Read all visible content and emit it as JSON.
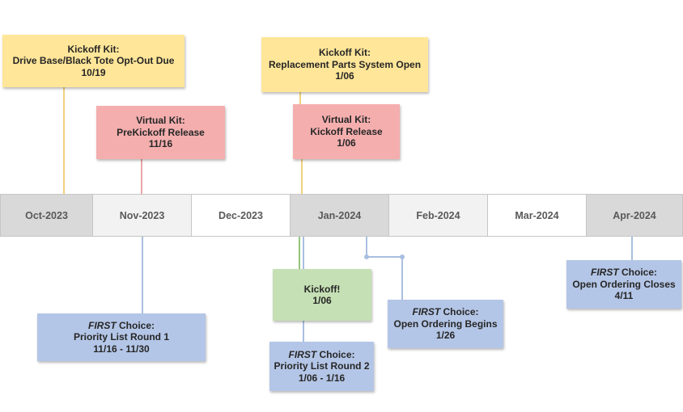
{
  "months": [
    "Oct-2023",
    "Nov-2023",
    "Dec-2023",
    "Jan-2024",
    "Feb-2024",
    "Mar-2024",
    "Apr-2024"
  ],
  "events": {
    "kickoff_kit_optout": {
      "line1": "Kickoff Kit:",
      "line2": "Drive Base/Black Tote Opt-Out Due",
      "line3": "10/19"
    },
    "virtual_kit_prekickoff": {
      "line1": "Virtual Kit:",
      "line2": "PreKickoff Release",
      "line3": "11/16"
    },
    "kickoff_kit_replacement": {
      "line1": "Kickoff Kit:",
      "line2": "Replacement Parts System Open",
      "line3": "1/06"
    },
    "virtual_kit_kickoff": {
      "line1": "Virtual Kit:",
      "line2": "Kickoff Release",
      "line3": "1/06"
    },
    "kickoff": {
      "line1": "Kickoff!",
      "line2": "1/06"
    },
    "first_choice_round1": {
      "brand": "FIRST",
      "suffix": " Choice:",
      "line2": "Priority List Round 1",
      "line3": "11/16 - 11/30"
    },
    "first_choice_round2": {
      "brand": "FIRST",
      "suffix": " Choice:",
      "line2": "Priority List Round 2",
      "line3": "1/06 - 1/16"
    },
    "first_choice_open_ordering": {
      "brand": "FIRST",
      "suffix": " Choice:",
      "line2": "Open Ordering Begins",
      "line3": "1/26"
    },
    "first_choice_closes": {
      "brand": "FIRST",
      "suffix": " Choice:",
      "line2": "Open Ordering Closes",
      "line3": "4/11"
    }
  },
  "colors": {
    "kickoff_kit": "#ffe699",
    "virtual_kit": "#f4aeae",
    "first_choice": "#b4c6e7",
    "kickoff": "#c5e0b4",
    "kickoff_kit_line": "#f1d17c",
    "virtual_kit_line": "#eda5a8",
    "first_choice_line": "#a9bfe0",
    "kickoff_line": "#92c47a"
  }
}
